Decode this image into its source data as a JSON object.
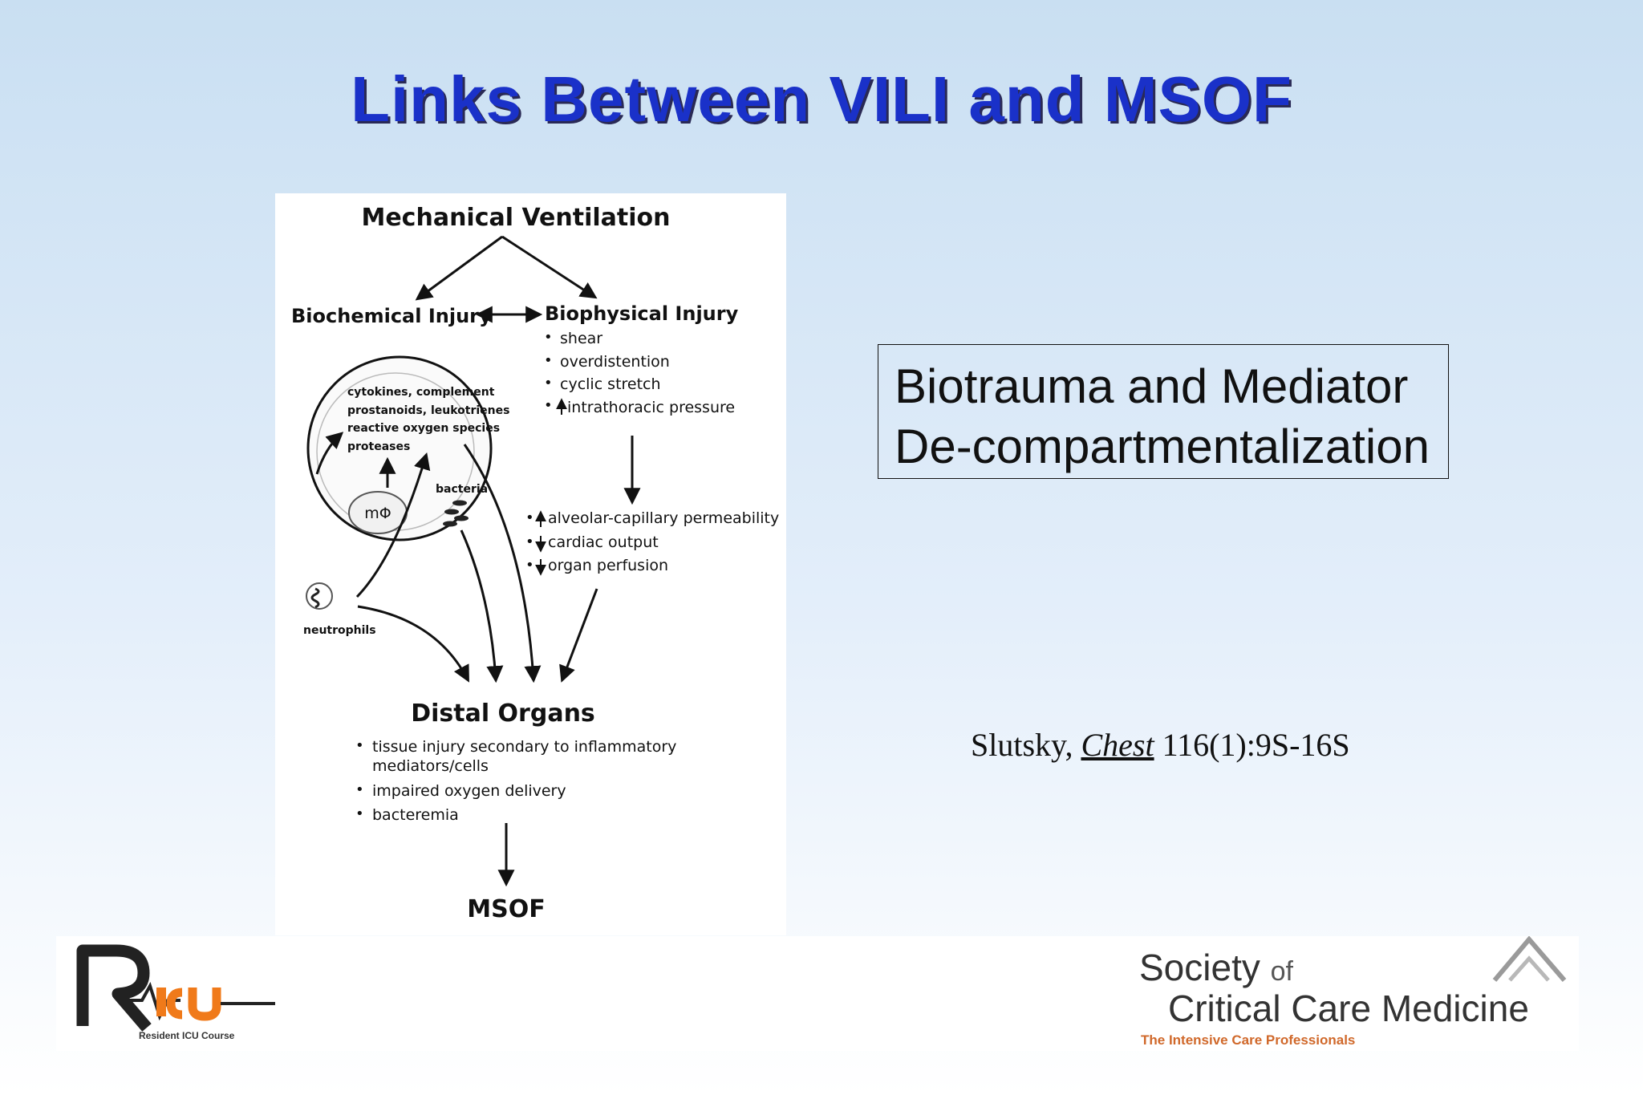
{
  "slide": {
    "title": "Links Between VILI and MSOF"
  },
  "diagram": {
    "top": "Mechanical Ventilation",
    "left_node": "Biochemical Injury",
    "right_node": "Biophysical Injury",
    "biophysical_items": [
      "shear",
      "overdistention",
      "cyclic stretch",
      "intrathoracic pressure"
    ],
    "mediators": [
      "cytokines, complement",
      "prostanoids, leukotrienes",
      "reactive oxygen species",
      "proteases"
    ],
    "macrophage": "mΦ",
    "bacteria": "bacteria",
    "neutrophils": "neutrophils",
    "effects": [
      "alveolar-capillary permeability",
      "cardiac output",
      "organ perfusion"
    ],
    "distal_title": "Distal Organs",
    "distal_items": [
      "tissue injury secondary to inflammatory",
      "mediators/cells",
      "impaired oxygen delivery",
      "bacteremia"
    ],
    "outcome": "MSOF"
  },
  "callout": {
    "line1": "Biotrauma and Mediator",
    "line2": "De-compartmentalization"
  },
  "citation": {
    "author": "Slutsky,",
    "journal": "Chest",
    "ref": "116(1):9S-16S"
  },
  "footer": {
    "ricu_logo_letters": "RICU",
    "ricu_caption": "Resident ICU Course",
    "sccm_society": "Society",
    "sccm_of": "of",
    "sccm_name": "Critical Care Medicine",
    "sccm_tagline": "The Intensive Care Professionals"
  }
}
